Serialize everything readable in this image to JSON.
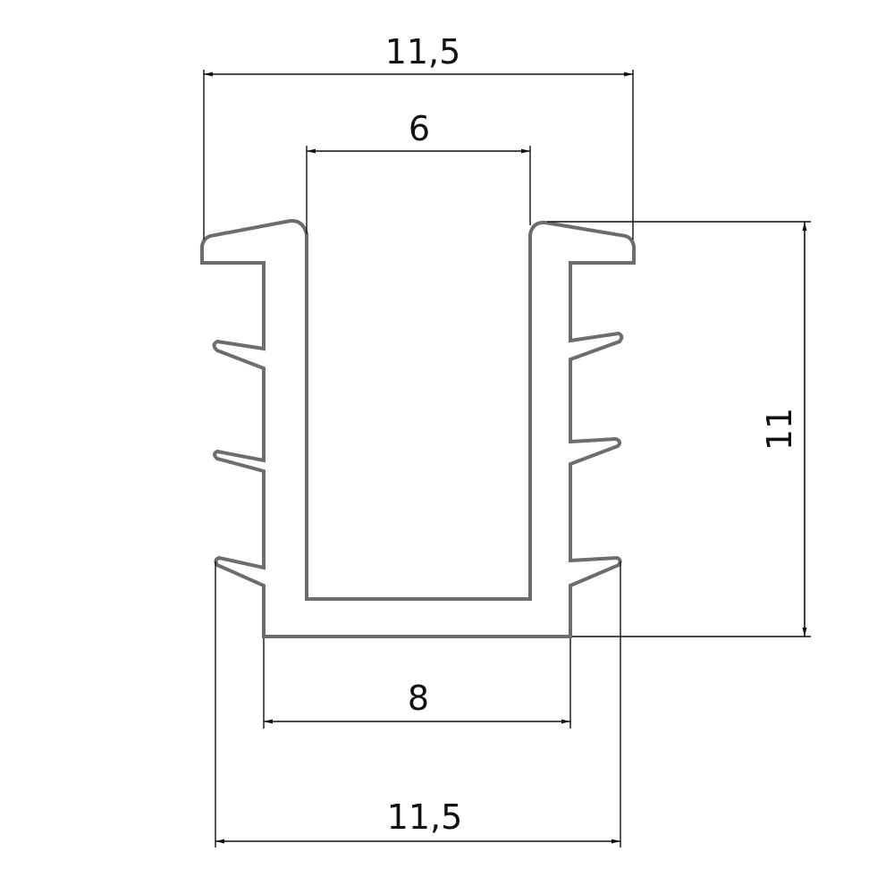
{
  "dimensions": {
    "top_width": "11,5",
    "inner_width": "6",
    "height": "11",
    "base_width": "8",
    "bottom_width": "11,5"
  },
  "colors": {
    "profile_stroke": "#6d6d6d",
    "dimension_lines": "#111111",
    "background": "#ffffff"
  }
}
